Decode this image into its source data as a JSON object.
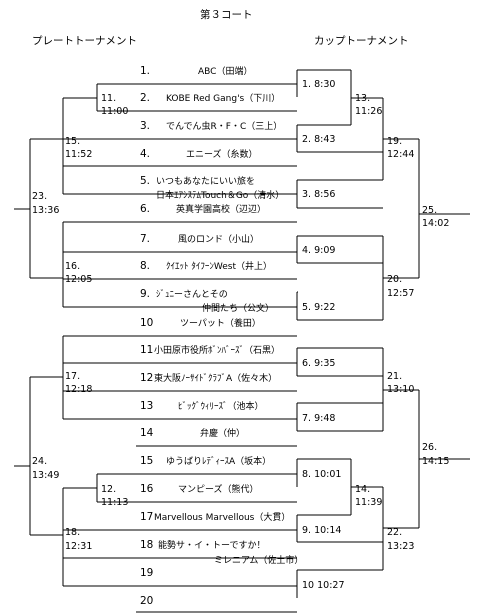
{
  "title": "第３コート",
  "headings": {
    "plate": "プレートトーナメント",
    "cup": "カップトーナメント"
  },
  "teams": [
    {
      "num": "1.",
      "name": "ABC（田端）"
    },
    {
      "num": "2.",
      "name": "KOBE Red Gang's（下川）"
    },
    {
      "num": "3.",
      "name": "でんでん虫R・F・C（三上）"
    },
    {
      "num": "4.",
      "name": "エニーズ（糸数）"
    },
    {
      "num": "5.",
      "name": "いつもあなたにいい旅を"
    },
    {
      "num": "",
      "name": "日本ｴｱｼｽﾃﾑTouch＆Go（清水）"
    },
    {
      "num": "6.",
      "name": "英真学園高校（辺辺）"
    },
    {
      "num": "7.",
      "name": "風のロンド（小山）"
    },
    {
      "num": "8.",
      "name": "ｸｲｴｯﾄ ﾀｲﾌｰﾝWest（井上）"
    },
    {
      "num": "9.",
      "name": "ｼﾞｭﾆーさんとその"
    },
    {
      "num": "",
      "name": "仲間たち（公文）"
    },
    {
      "num": "10",
      "name": "ツーパット（養田）"
    },
    {
      "num": "11",
      "name": "小田原市役所ﾎﾞﾝﾊﾞｰｽﾞ（石黒）"
    },
    {
      "num": "12",
      "name": "東大阪ﾉｰｻｲﾄﾞｸﾗﾌﾞA（佐々木）"
    },
    {
      "num": "13",
      "name": "ﾋﾞｯｸﾞｳｨﾘｰｽﾞ（池本）"
    },
    {
      "num": "14",
      "name": "弁慶（仲）"
    },
    {
      "num": "15",
      "name": "ゆうばりﾚﾃﾞｨｰｽA（坂本）"
    },
    {
      "num": "16",
      "name": "マンピーズ（熊代）"
    },
    {
      "num": "17",
      "name": "Marvellous Marvellous（大貫）"
    },
    {
      "num": "18",
      "name": "能勢サ・イ・トーですか！"
    },
    {
      "num": "",
      "name": "ミレニアム（佐土市）"
    },
    {
      "num": "19",
      "name": ""
    },
    {
      "num": "20",
      "name": ""
    }
  ],
  "cup_matches": [
    {
      "label": "1.  8:30"
    },
    {
      "label": "2.  8:43"
    },
    {
      "label": "3.  8:56"
    },
    {
      "label": "4.  9:09"
    },
    {
      "label": "5.  9:22"
    },
    {
      "label": "6.  9:35"
    },
    {
      "label": "7.  9:48"
    },
    {
      "label": "8.  10:01"
    },
    {
      "label": "9.  10:14"
    },
    {
      "label": "10 10:27"
    },
    {
      "label": "13."
    },
    {
      "label": "11:26"
    },
    {
      "label": "19."
    },
    {
      "label": "12:44"
    },
    {
      "label": "20."
    },
    {
      "label": "12:57"
    },
    {
      "label": "25."
    },
    {
      "label": "14:02"
    },
    {
      "label": "21."
    },
    {
      "label": "13:10"
    },
    {
      "label": "14."
    },
    {
      "label": "11:39"
    },
    {
      "label": "22."
    },
    {
      "label": "13:23"
    },
    {
      "label": "26."
    },
    {
      "label": "14:15"
    }
  ],
  "plate_matches": [
    {
      "label": "11."
    },
    {
      "label": "11:00"
    },
    {
      "label": "15."
    },
    {
      "label": "11:52"
    },
    {
      "label": "16."
    },
    {
      "label": "12:05"
    },
    {
      "label": "23."
    },
    {
      "label": "13:36"
    },
    {
      "label": "17."
    },
    {
      "label": "12:18"
    },
    {
      "label": "12."
    },
    {
      "label": "11:13"
    },
    {
      "label": "18."
    },
    {
      "label": "12:31"
    },
    {
      "label": "24."
    },
    {
      "label": "13:49"
    }
  ]
}
